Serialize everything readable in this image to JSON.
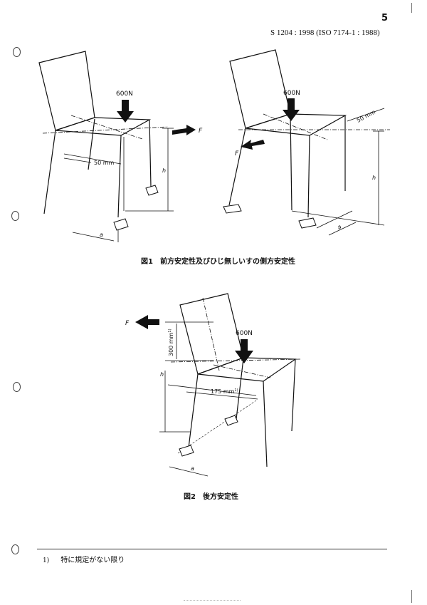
{
  "header": {
    "page_number": "5",
    "standard_ref": "S 1204 : 1998 (ISO 7174-1 : 1988)"
  },
  "figure1": {
    "caption": "図1　前方安定性及びひじ無しいすの側方安定性",
    "left": {
      "load": "600N",
      "force": "F",
      "offset": "50 mm",
      "height": "h",
      "distance": "a"
    },
    "right": {
      "load": "600N",
      "force": "F",
      "offset": "50 mm",
      "height": "h",
      "distance": "a"
    }
  },
  "figure2": {
    "caption": "図2　後方安定性",
    "load": "600N",
    "force": "F",
    "back_offset": "300 mm",
    "back_offset_note": "1)",
    "seat_offset": "175 mm",
    "seat_offset_note": "1)",
    "height": "h",
    "distance": "a"
  },
  "footnote": {
    "mark": "1)",
    "text": "特に規定がない限り"
  }
}
